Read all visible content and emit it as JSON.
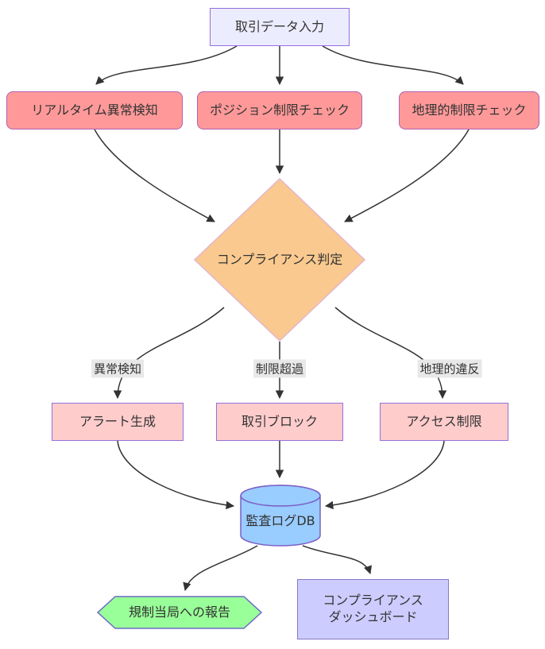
{
  "diagram": {
    "type": "flowchart",
    "direction": "top-down",
    "nodes": {
      "input": {
        "label": "取引データ入力",
        "shape": "rectangle"
      },
      "realtime": {
        "label": "リアルタイム異常検知",
        "shape": "rounded-rectangle"
      },
      "position": {
        "label": "ポジション制限チェック",
        "shape": "rounded-rectangle"
      },
      "geocheck": {
        "label": "地理的制限チェック",
        "shape": "rounded-rectangle"
      },
      "decision": {
        "label": "コンプライアンス判定",
        "shape": "diamond"
      },
      "alert": {
        "label": "アラート生成",
        "shape": "rectangle"
      },
      "block": {
        "label": "取引ブロック",
        "shape": "rectangle"
      },
      "access": {
        "label": "アクセス制限",
        "shape": "rectangle"
      },
      "auditdb": {
        "label": "監査ログDB",
        "shape": "cylinder"
      },
      "report": {
        "label": "規制当局への報告",
        "shape": "hexagon"
      },
      "dashboard": {
        "line1": "コンプライアンス",
        "line2": "ダッシュボード",
        "shape": "rectangle"
      }
    },
    "edge_labels": {
      "anomaly": "異常検知",
      "limit": "制限超過",
      "geo_violation": "地理的違反"
    },
    "edges": [
      {
        "from": "input",
        "to": "realtime"
      },
      {
        "from": "input",
        "to": "position"
      },
      {
        "from": "input",
        "to": "geocheck"
      },
      {
        "from": "realtime",
        "to": "decision"
      },
      {
        "from": "position",
        "to": "decision"
      },
      {
        "from": "geocheck",
        "to": "decision"
      },
      {
        "from": "decision",
        "to": "alert",
        "label": "異常検知"
      },
      {
        "from": "decision",
        "to": "block",
        "label": "制限超過"
      },
      {
        "from": "decision",
        "to": "access",
        "label": "地理的違反"
      },
      {
        "from": "alert",
        "to": "auditdb"
      },
      {
        "from": "block",
        "to": "auditdb"
      },
      {
        "from": "access",
        "to": "auditdb"
      },
      {
        "from": "auditdb",
        "to": "report"
      },
      {
        "from": "auditdb",
        "to": "dashboard"
      }
    ],
    "colors": {
      "input_fill": "#ECECFF",
      "input_border": "#9370DB",
      "check_fill": "#FF9999",
      "check_border": "#B15FB1",
      "decision_fill": "#F9C98F",
      "decision_border": "#E3B7CD",
      "action_fill": "#FFCCCC",
      "action_border": "#9370DB",
      "db_fill": "#99CCFF",
      "db_border": "#7B5EC6",
      "report_fill": "#99FF99",
      "report_border": "#6C6CC4",
      "dashboard_fill": "#CCCCFF",
      "dashboard_border": "#8878C3",
      "edge_stroke": "#333333",
      "edge_label_bg": "#E8E8E8",
      "text": "#333333"
    }
  }
}
